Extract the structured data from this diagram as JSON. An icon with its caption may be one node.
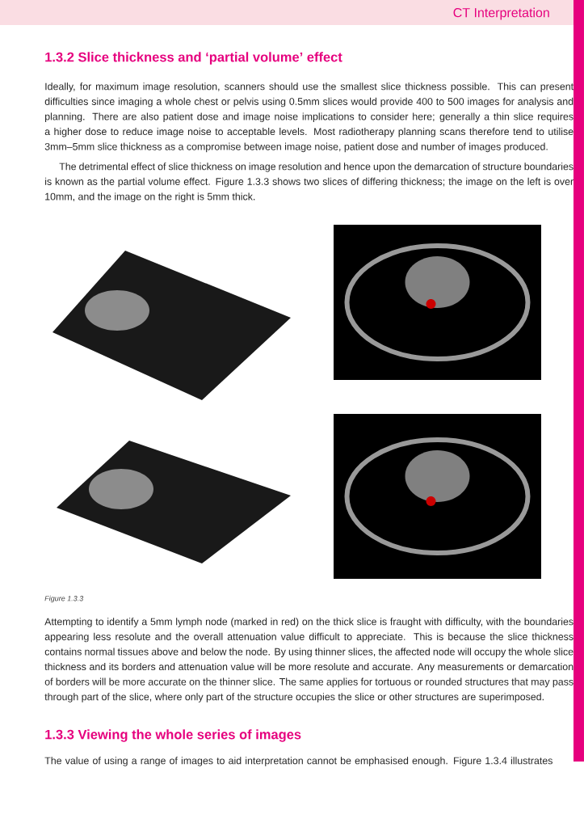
{
  "diagram": {
    "title": "1.3.2 Slice thickness and ‘partial volume’ effect",
    "caption": "Figure 1.3.3",
    "labels": [
      "CT Interpretation",
      "Ideally, for maximum image resolution, scanners should use the smallest slice thickness possible. This can present difficulties since imaging a whole chest or pelvis using 0.5mm slices would provide 400 to 500 images for analysis and planning. There are also patient dose and image noise implications to consider here; generally a thin slice requires a higher dose to reduce image noise to acceptable levels. Most radiotherapy planning scans therefore tend to utilise 3mm–5mm slice thickness as a compromise between image noise, patient dose and number of images produced.",
      "The detrimental effect of slice thickness on image resolution and hence upon the demarcation of structure boundaries is known as the partial volume effect. Figure 1.3.3 shows two slices of differing thickness; the image on the left is over 10mm, and the image on the right is 5mm thick.",
      "Attempting to identify a 5mm lymph node (marked in red) on the thick slice is fraught with difficulty, with the boundaries appearing less resolute and the overall attenuation value difficult to appreciate. This is because the slice thickness contains normal tissues above and below the node. By using thinner slices, the affected node will occupy the whole slice thickness and its borders and attenuation value will be more resolute and accurate. Any measurements or demarcation of borders will be more accurate on the thinner slice. The same applies for tortuous or rounded structures that may pass through part of the slice, where only part of the structure occupies the slice or other structures are superimposed.",
      "1.3.3 Viewing the whole series of images",
      "The value of using a range of images to aid interpretation cannot be emphasised enough. Figure 1.3.4 illustrates"
    ]
  }
}
